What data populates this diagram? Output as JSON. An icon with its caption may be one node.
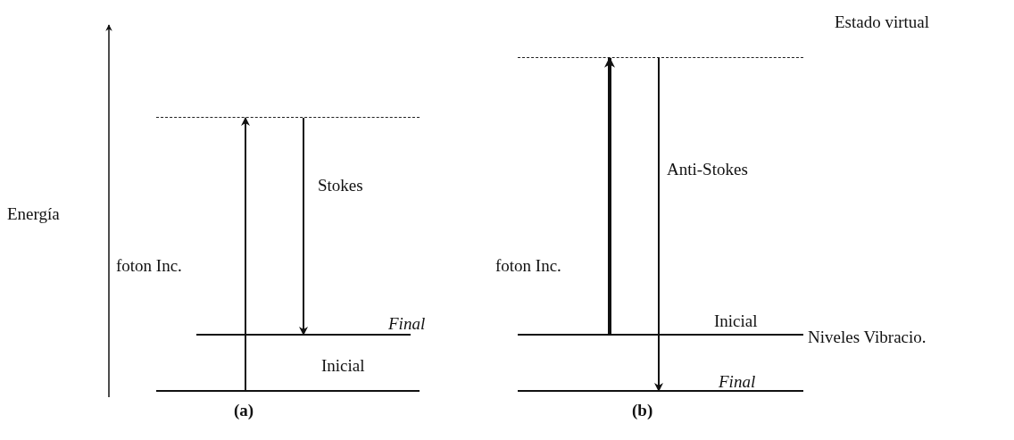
{
  "diagram": {
    "nodes": [
      {
        "text": [],
        "shape": "line"
      },
      {
        "text": [],
        "shape": "line",
        "beside": [
          "Final"
        ]
      },
      {
        "text": [],
        "shape": "line",
        "beside": [
          "Inicial"
        ]
      },
      {
        "text": [],
        "shape": "line",
        "beside": [
          "Estado virtual"
        ]
      },
      {
        "text": [],
        "shape": "line",
        "beside": [
          "Inicial"
        ]
      },
      {
        "text": [],
        "shape": "line",
        "beside": [
          "Final"
        ]
      }
    ],
    "edges": [
      {
        "from": 2,
        "to": 0,
        "arrow": "to",
        "label": "foton Inc."
      },
      {
        "from": 0,
        "to": 1,
        "arrow": "to",
        "label": "Stokes"
      },
      {
        "from": 4,
        "to": 3,
        "arrow": "to",
        "label": "foton Inc.",
        "style": "thick"
      },
      {
        "from": 3,
        "to": 5,
        "arrow": "to",
        "label": "Anti-Stokes"
      }
    ],
    "labels": [
      "Energía",
      "Niveles Vibracio.",
      "(a)",
      "(b)"
    ]
  }
}
